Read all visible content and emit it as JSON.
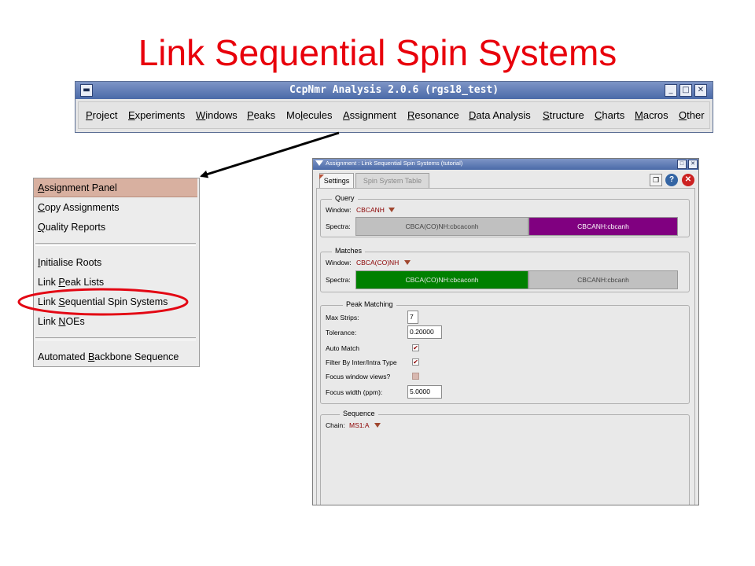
{
  "slide": {
    "title": "Link Sequential Spin Systems"
  },
  "main_window": {
    "title": "CcpNmr Analysis 2.0.6 (rgs18_test)",
    "menu": [
      {
        "pre": "",
        "u": "P",
        "post": "roject"
      },
      {
        "pre": "",
        "u": "E",
        "post": "xperiments"
      },
      {
        "pre": "",
        "u": "W",
        "post": "indows"
      },
      {
        "pre": "",
        "u": "P",
        "post": "eaks"
      },
      {
        "pre": "Mo",
        "u": "l",
        "post": "ecules"
      },
      {
        "pre": "",
        "u": "A",
        "post": "ssignment"
      },
      {
        "pre": "",
        "u": "R",
        "post": "esonance"
      },
      {
        "pre": "",
        "u": "D",
        "post": "ata Analysis"
      },
      {
        "pre": "",
        "u": "S",
        "post": "tructure"
      },
      {
        "pre": "",
        "u": "C",
        "post": "harts"
      },
      {
        "pre": "",
        "u": "M",
        "post": "acros"
      },
      {
        "pre": "",
        "u": "O",
        "post": "ther"
      }
    ]
  },
  "assignment_menu": {
    "items": [
      {
        "pre": "",
        "u": "A",
        "post": "ssignment Panel"
      },
      {
        "pre": "",
        "u": "C",
        "post": "opy Assignments"
      },
      {
        "pre": "",
        "u": "Q",
        "post": "uality Reports"
      },
      {
        "pre": "",
        "u": "I",
        "post": "nitialise Roots"
      },
      {
        "pre": "Link ",
        "u": "P",
        "post": "eak Lists"
      },
      {
        "pre": "Link ",
        "u": "S",
        "post": "equential Spin Systems"
      },
      {
        "pre": "Link ",
        "u": "N",
        "post": "OEs"
      },
      {
        "pre": "Automated ",
        "u": "B",
        "post": "ackbone Sequence"
      }
    ]
  },
  "panel": {
    "title": "Assignment : Link Sequential Spin Systems (tutorial)",
    "tabs": [
      "Settings",
      "Spin System Table"
    ],
    "query": {
      "legend": "Query",
      "window_label": "Window:",
      "window_value": "CBCANH",
      "spectra_label": "Spectra:",
      "spectra": [
        "CBCA(CO)NH:cbcaconh",
        "CBCANH:cbcanh"
      ]
    },
    "matches": {
      "legend": "Matches",
      "window_label": "Window:",
      "window_value": "CBCA(CO)NH",
      "spectra_label": "Spectra:",
      "spectra": [
        "CBCA(CO)NH:cbcaconh",
        "CBCANH:cbcanh"
      ]
    },
    "peak_matching": {
      "legend": "Peak Matching",
      "max_strips_label": "Max Strips:",
      "max_strips": "7",
      "tolerance_label": "Tolerance:",
      "tolerance": "0.20000",
      "auto_match_label": "Auto Match",
      "filter_label": "Filter By Inter/Intra Type",
      "focus_views_label": "Focus window views?",
      "focus_width_label": "Focus width (ppm):",
      "focus_width": "5.0000"
    },
    "sequence": {
      "legend": "Sequence",
      "chain_label": "Chain:",
      "chain_value": "MS1:A"
    }
  },
  "colors": {
    "title_red": "#e8000b",
    "spectrum_purple": "#800080",
    "spectrum_green": "#008000",
    "spectrum_grey": "#c0c0c0",
    "highlight_ellipse": "#e30613"
  }
}
